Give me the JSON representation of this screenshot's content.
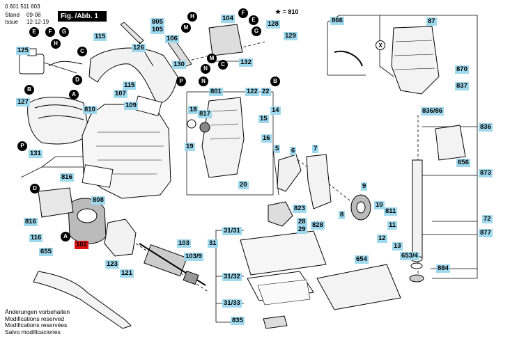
{
  "header": {
    "doc_number": "0 601 511 603",
    "stand_label": "Stand",
    "stand_value": "09-08",
    "issue_label": "Issue",
    "issue_value": "12-12-19"
  },
  "figure_title": "Fig. /Abb. 1",
  "footer_lines": [
    "Änderungen vorbehalten",
    "Modifications reserved",
    "Modifications reservées",
    "Salvo modificaciones"
  ],
  "star_note": "★ = 810",
  "labels": {
    "l115a": "115",
    "l126": "126",
    "l805": "805",
    "l105": "105",
    "l106": "106",
    "l130": "130",
    "l125": "125",
    "l104": "104",
    "l128": "128",
    "l129": "129",
    "l132": "132",
    "l866": "866",
    "l87": "87",
    "l870": "870",
    "l837": "837",
    "l836_86": "836/86",
    "l836": "836",
    "l127": "127",
    "l810": "810",
    "l107": "107",
    "l115b": "115",
    "l109": "109",
    "l801": "801",
    "l18": "18",
    "l817": "817",
    "l122": "122",
    "l22": "22",
    "l14": "14",
    "l15": "15",
    "l16": "16",
    "l19": "19",
    "l5": "5",
    "l6": "6",
    "l7": "7",
    "l20": "20",
    "l131": "131",
    "l816a": "816",
    "l808": "808",
    "l816b": "816",
    "l116": "116",
    "l102": "102",
    "l103": "103",
    "l103_9": "103/9",
    "l31": "31",
    "l31_31": "31/31",
    "l823": "823",
    "l28": "28",
    "l29": "29",
    "l828": "828",
    "l8": "8",
    "l9": "9",
    "l10": "10",
    "l811": "811",
    "l11": "11",
    "l12": "12",
    "l13": "13",
    "l656": "656",
    "l873": "873",
    "l72": "72",
    "l877": "877",
    "l653_4": "653/4",
    "l884": "884",
    "l654": "654",
    "l655": "655",
    "l123": "123",
    "l121": "121",
    "l31_32": "31/32",
    "l31_33": "31/33",
    "l835": "835"
  },
  "circles": {
    "cE1": "E",
    "cF1": "F",
    "cG1": "G",
    "cH1": "H",
    "cC1": "C",
    "cD1": "D",
    "cB1": "B",
    "cA1": "A",
    "cP1": "P",
    "cH2": "H",
    "cF2": "F",
    "cM1": "M",
    "cE2": "E",
    "cG2": "G",
    "cM2": "M",
    "cC2": "C",
    "cN1": "N",
    "cB2": "B",
    "cD2": "D",
    "cA2": "A",
    "cN2": "N",
    "cP2": "P",
    "cX1": "X"
  }
}
